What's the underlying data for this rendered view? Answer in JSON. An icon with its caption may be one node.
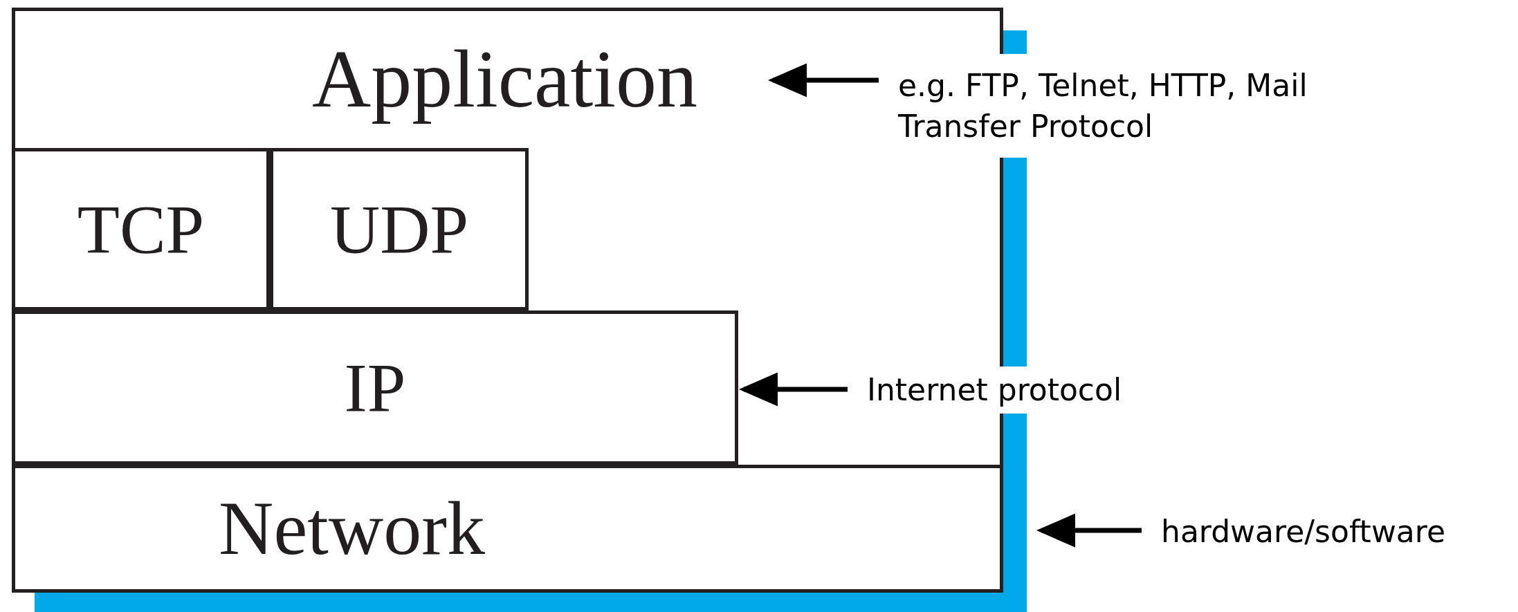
{
  "diagram": {
    "nodes": [
      {
        "text": [
          "Application"
        ]
      },
      {
        "text": [
          "TCP"
        ]
      },
      {
        "text": [
          "UDP"
        ]
      },
      {
        "text": [
          "IP"
        ]
      },
      {
        "text": [
          "Network"
        ]
      },
      {
        "text": [
          "e.g.  FTP, Telnet, HTTP, Mail Transfer Protocol"
        ]
      },
      {
        "text": [
          "Internet protocol"
        ]
      },
      {
        "text": [
          "hardware/software"
        ]
      }
    ],
    "edges": [
      {
        "from": 5,
        "to": 0,
        "arrow": "to"
      },
      {
        "from": 6,
        "to": 3,
        "arrow": "to"
      },
      {
        "from": 7,
        "to": 4,
        "arrow": "to"
      }
    ]
  }
}
